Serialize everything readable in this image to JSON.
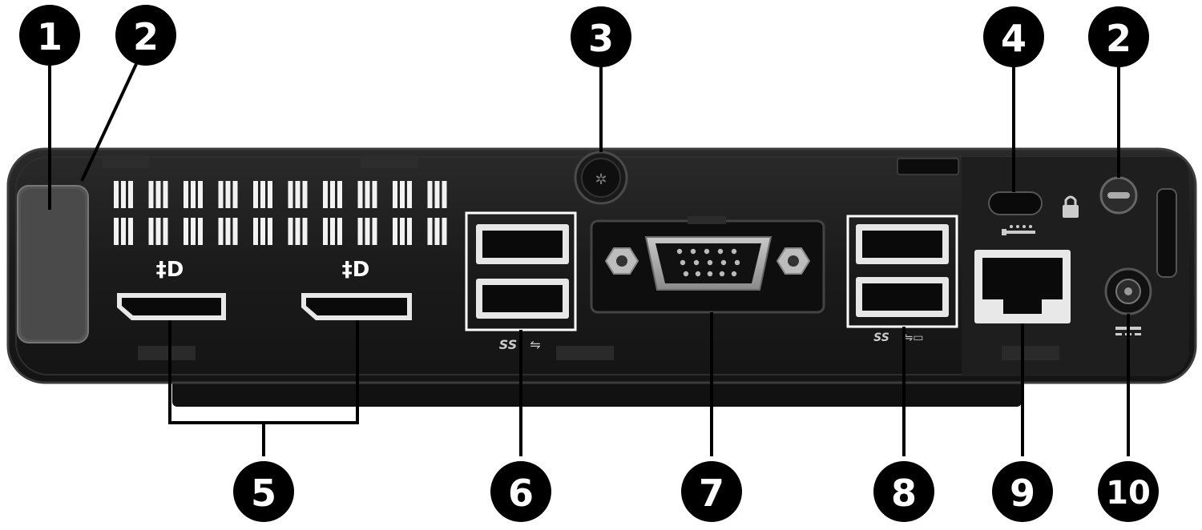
{
  "figure": {
    "callouts": [
      {
        "id": "c1",
        "label": "1"
      },
      {
        "id": "c2a",
        "label": "2"
      },
      {
        "id": "c3",
        "label": "3"
      },
      {
        "id": "c4",
        "label": "4"
      },
      {
        "id": "c2b",
        "label": "2"
      },
      {
        "id": "c5",
        "label": "5"
      },
      {
        "id": "c6",
        "label": "6"
      },
      {
        "id": "c7",
        "label": "7"
      },
      {
        "id": "c8",
        "label": "8"
      },
      {
        "id": "c9",
        "label": "9"
      },
      {
        "id": "c10",
        "label": "10"
      }
    ],
    "port_icons": {
      "displayport_icon": "‡D",
      "usb3_left_label": "SS",
      "usb3_right_label": "SS",
      "lock_icon": "lock-icon",
      "network_icon": "network-icon",
      "power_icon": "dc-power-icon"
    },
    "colors": {
      "chassis": "#1a1a1a",
      "chassis_edge": "#3a3a3a",
      "port": "#0a0a0a",
      "callout": "#000000",
      "callout_text": "#ffffff",
      "highlight_frame": "#ffffff"
    }
  }
}
